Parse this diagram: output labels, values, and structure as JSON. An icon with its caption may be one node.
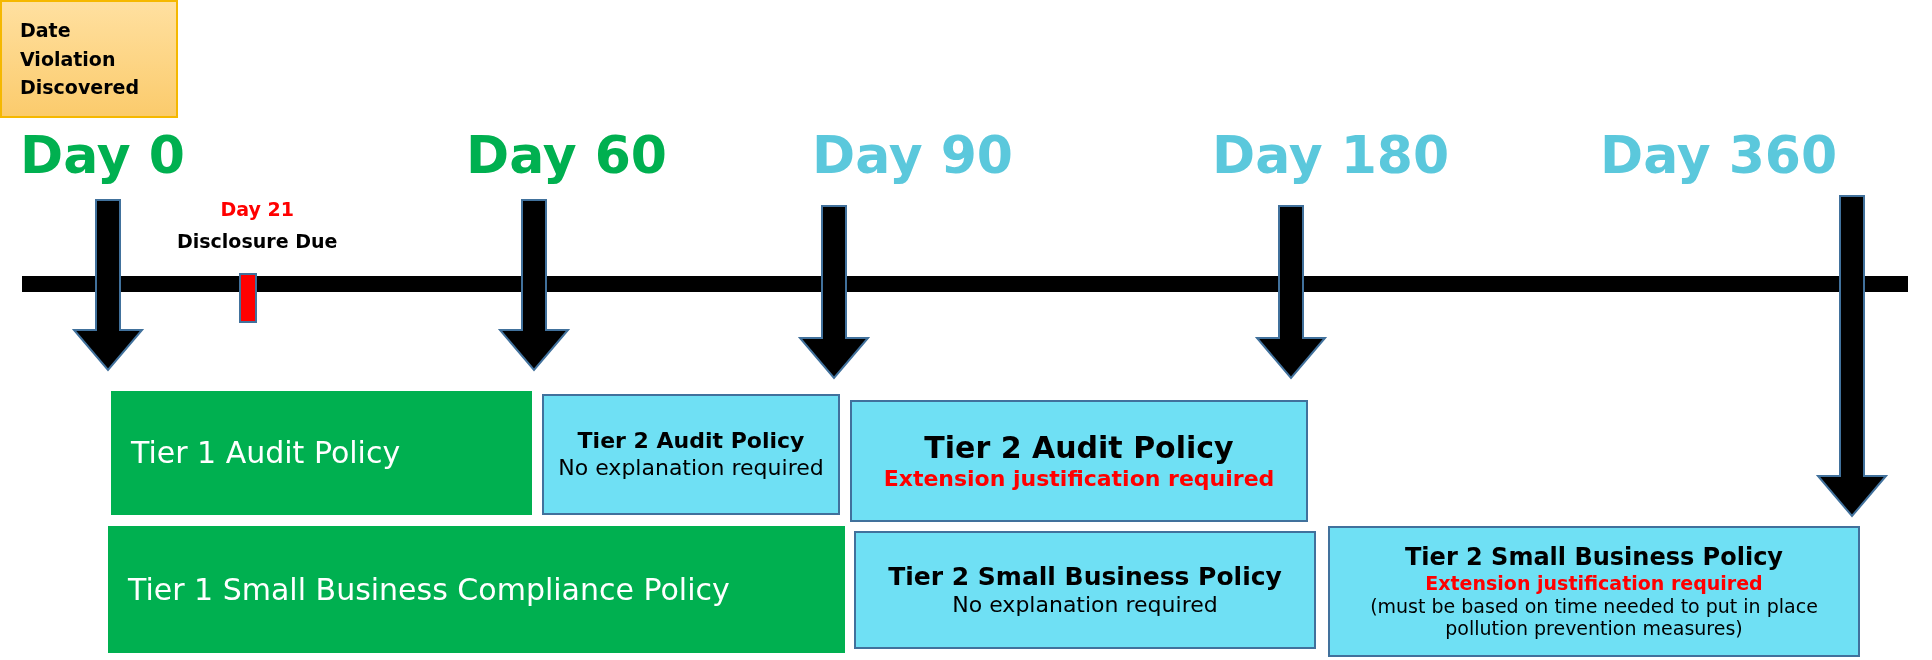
{
  "diagram": {
    "nodes": [
      {
        "text": [
          "Date Violation Discovered"
        ]
      },
      {
        "text": [
          "Tier 1 Audit Policy"
        ]
      },
      {
        "text": [
          "Tier 2 Audit Policy",
          "No explanation required"
        ]
      },
      {
        "text": [
          "Tier 2 Audit Policy",
          "Extension justification required"
        ]
      },
      {
        "text": [
          "Tier 1 Small Business Compliance Policy"
        ]
      },
      {
        "text": [
          "Tier 2 Small Business Policy",
          "No explanation required"
        ]
      },
      {
        "text": [
          "Tier 2 Small Business Policy",
          "Extension justification required",
          "(must be based on time needed to put in place pollution prevention measures)"
        ]
      }
    ],
    "labels": [
      "Day 0",
      "Day 60",
      "Day 90",
      "Day 180",
      "Day 360",
      "Day 21",
      "Disclosure Due"
    ]
  }
}
